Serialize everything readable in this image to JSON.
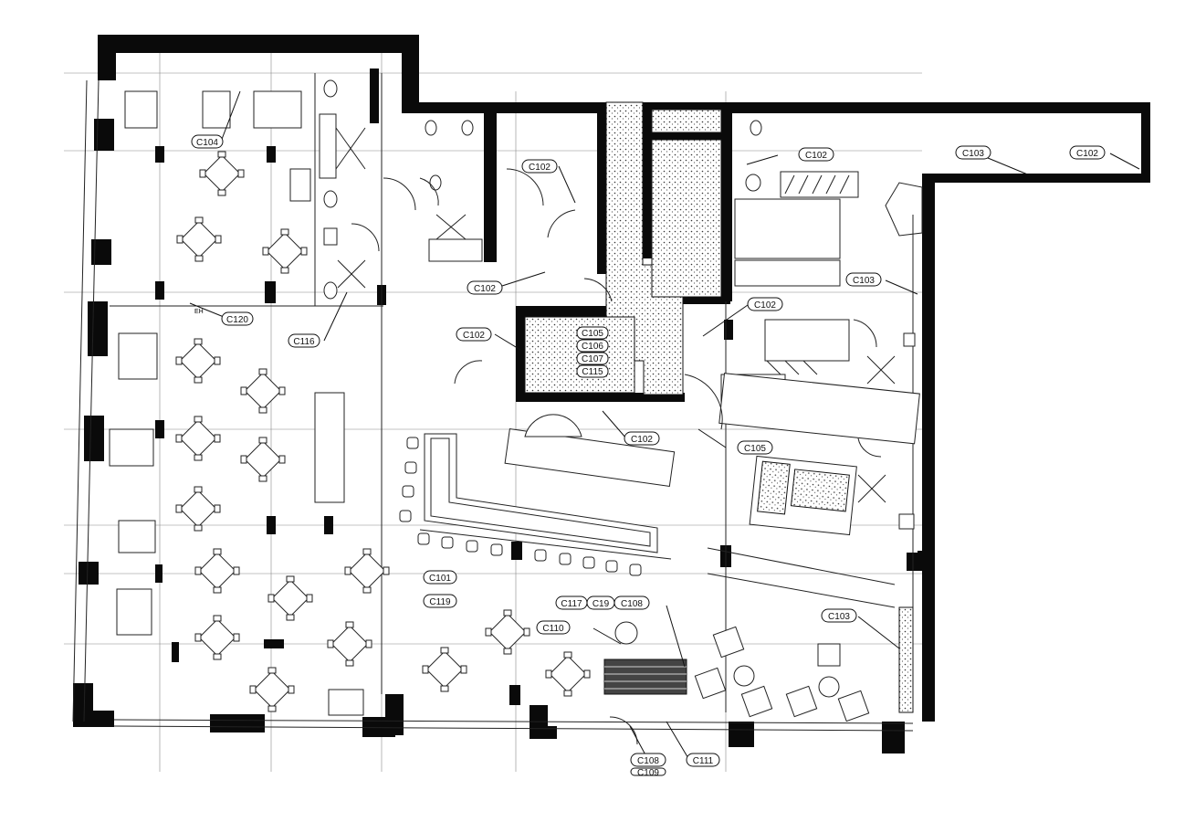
{
  "plan": {
    "labels": [
      {
        "id": "c104",
        "text": "C104"
      },
      {
        "id": "c120",
        "text": "C120"
      },
      {
        "id": "c116",
        "text": "C116"
      },
      {
        "id": "c102a",
        "text": "C102"
      },
      {
        "id": "c102b",
        "text": "C102"
      },
      {
        "id": "c102c",
        "text": "C102"
      },
      {
        "id": "c102d",
        "text": "C102"
      },
      {
        "id": "c102e",
        "text": "C102"
      },
      {
        "id": "c102f",
        "text": "C102"
      },
      {
        "id": "c102g",
        "text": "C102"
      },
      {
        "id": "c103a",
        "text": "C103"
      },
      {
        "id": "c103b",
        "text": "C103"
      },
      {
        "id": "c103c",
        "text": "C103"
      },
      {
        "id": "c105a",
        "text": "C105"
      },
      {
        "id": "c106",
        "text": "C106"
      },
      {
        "id": "c107",
        "text": "C107"
      },
      {
        "id": "c115",
        "text": "C115"
      },
      {
        "id": "c105b",
        "text": "C105"
      },
      {
        "id": "c101",
        "text": "C101"
      },
      {
        "id": "c119a",
        "text": "C119"
      },
      {
        "id": "c117",
        "text": "C117"
      },
      {
        "id": "c119b",
        "text": "C19"
      },
      {
        "id": "c108a",
        "text": "C108"
      },
      {
        "id": "c110",
        "text": "C110"
      },
      {
        "id": "c108b",
        "text": "C108"
      },
      {
        "id": "c111",
        "text": "C111"
      },
      {
        "id": "c109",
        "text": "C109"
      }
    ],
    "annotations": {
      "eh": "EH"
    }
  }
}
